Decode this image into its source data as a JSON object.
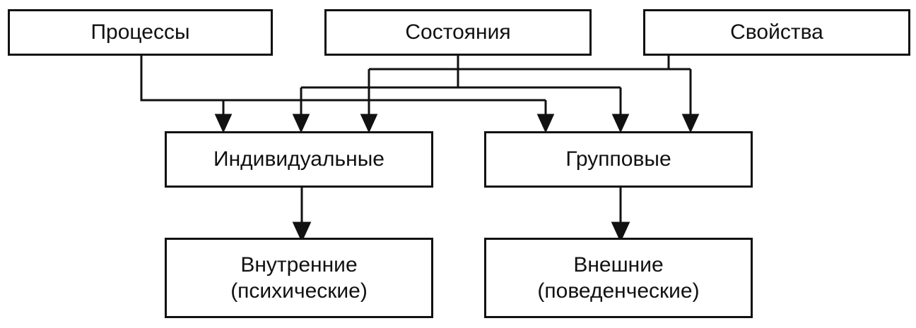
{
  "diagram": {
    "top_row": {
      "processes": "Процессы",
      "states": "Состояния",
      "properties": "Свойства"
    },
    "middle_row": {
      "individual": "Индивидуальные",
      "group": "Групповые"
    },
    "bottom_row": {
      "internal": {
        "line1": "Внутренние",
        "line2": "(психические)"
      },
      "external": {
        "line1": "Внешние",
        "line2": "(поведенческие)"
      }
    }
  }
}
